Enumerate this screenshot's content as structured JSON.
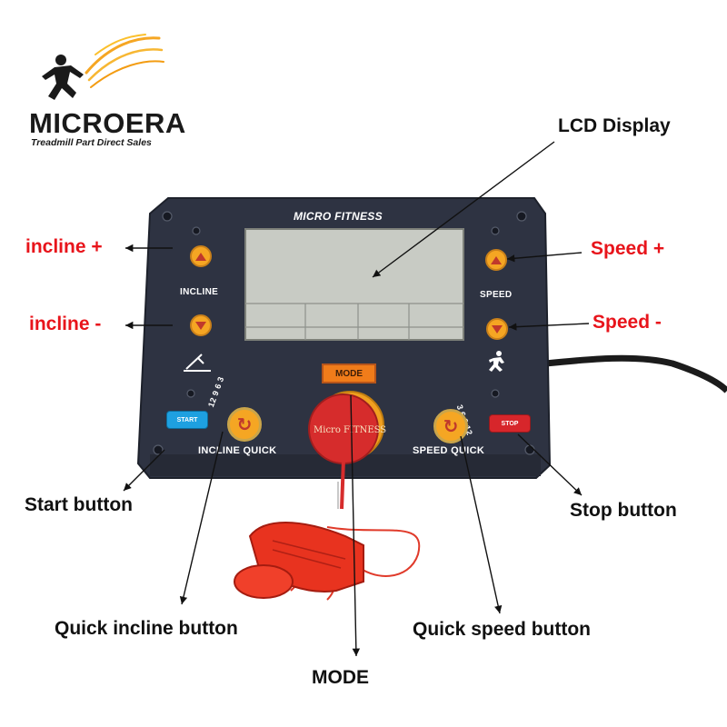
{
  "brand": {
    "name": "MICROERA",
    "tagline": "Treadmill Part Direct Sales",
    "logo_icon": "runner-logo-icon"
  },
  "panel": {
    "title": "MICRO FITNESS",
    "incline_label": "INCLINE",
    "speed_label": "SPEED",
    "mode_label": "MODE",
    "start_label": "START",
    "stop_label": "STOP",
    "incline_quick_label": "INCLINE QUICK",
    "speed_quick_label": "SPEED QUICK",
    "incline_quick_levels": "12 9 6 3",
    "speed_quick_levels": "3 6 9 12",
    "safety_key_text": "Micro FITNESS",
    "colors": {
      "panel": "#2e3342",
      "lcd": "#c8cbc4",
      "button_orange": "#f5a623",
      "mode_button": "#f07c1a",
      "start_button": "#1ea0e0",
      "stop_button": "#d7262b",
      "safety_key": "#d62c2c"
    }
  },
  "callouts": {
    "lcd_display": "LCD Display",
    "incline_plus": "incline +",
    "incline_minus": "incline -",
    "speed_plus": "Speed +",
    "speed_minus": "Speed -",
    "start_button": "Start button",
    "stop_button": "Stop button",
    "quick_incline_button": "Quick incline button",
    "quick_speed_button": "Quick speed button",
    "mode": "MODE"
  }
}
